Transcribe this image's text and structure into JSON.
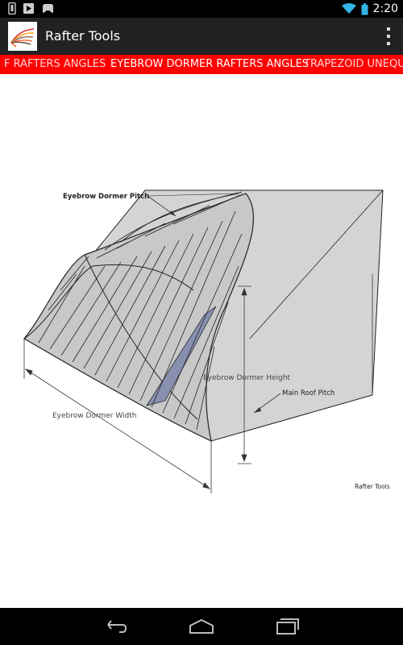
{
  "status_bar": {
    "time": "2:20",
    "icons": [
      "phone-icon",
      "media-icon",
      "game-icon",
      "wifi-icon",
      "battery-icon"
    ]
  },
  "action_bar": {
    "title": "Rafter Tools",
    "logo_icon": "feather-icon",
    "menu_icon": "overflow-menu-icon"
  },
  "tabs": [
    {
      "label": "F RAFTERS ANGLES"
    },
    {
      "label": "EYEBROW DORMER RAFTERS ANGLES"
    },
    {
      "label": "TRAPEZOID UNEQU"
    }
  ],
  "diagram": {
    "labels": {
      "pitch": "Eyebrow Dormer Pitch",
      "height": "Eyebrow Dormer Height",
      "main_roof": "Main Roof Pitch",
      "width": "Eyebrow Dormer Width",
      "credit": "Rafter Tools"
    }
  },
  "nav_bar": {
    "back_icon": "back-icon",
    "home_icon": "home-icon",
    "recents_icon": "recents-icon"
  },
  "colors": {
    "tab_strip": "#ff0000",
    "action_bar": "#222222",
    "roof_fill": "#d4d4d4",
    "blue_rafter": "#8890b0"
  }
}
